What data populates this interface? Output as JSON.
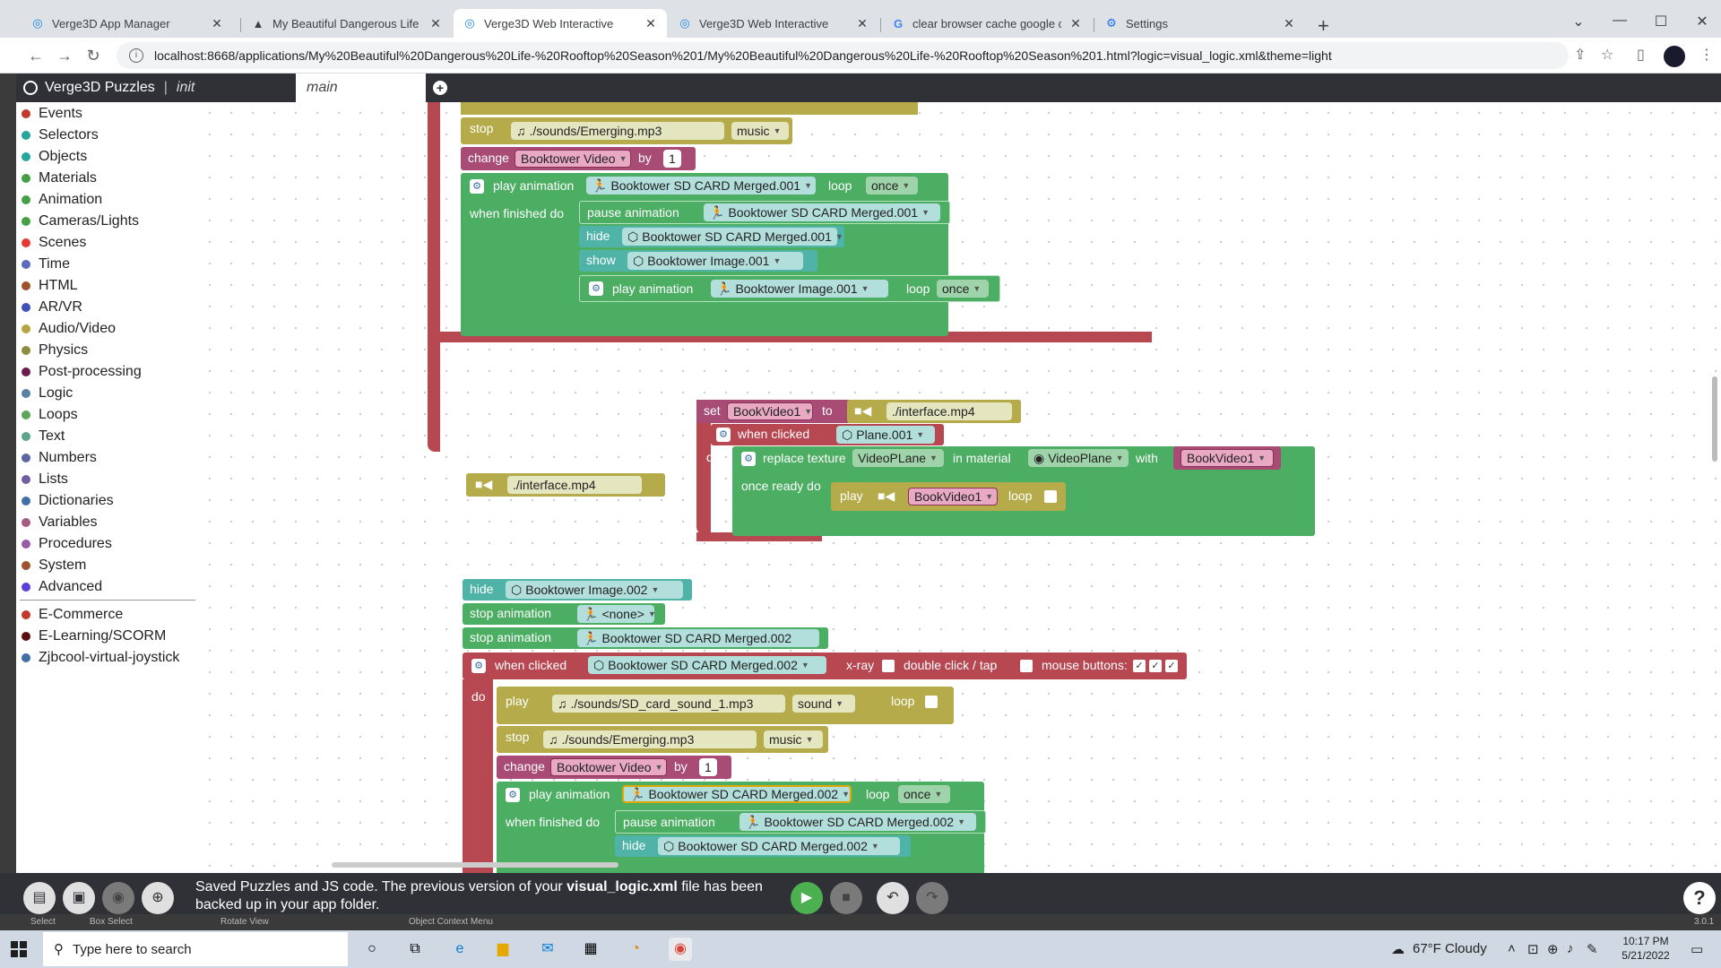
{
  "browser": {
    "tabs": [
      {
        "title": "Verge3D App Manager",
        "icon": "verge3d-icon"
      },
      {
        "title": "My Beautiful Dangerous Life",
        "icon": "verge3d-logo-icon"
      },
      {
        "title": "Verge3D Web Interactive",
        "icon": "verge3d-icon"
      },
      {
        "title": "Verge3D Web Interactive",
        "icon": "verge3d-icon"
      },
      {
        "title": "clear browser cache google chro",
        "icon": "google-icon"
      },
      {
        "title": "Settings",
        "icon": "gear-icon"
      }
    ],
    "url": "localhost:8668/applications/My%20Beautiful%20Dangerous%20Life-%20Rooftop%20Season%201/My%20Beautiful%20Dangerous%20Life-%20Rooftop%20Season%201.html?logic=visual_logic.xml&theme=light"
  },
  "header": {
    "brand": "Verge3D Puzzles",
    "tab_init": "init",
    "tab_main": "main"
  },
  "sidebar": {
    "categories": [
      {
        "label": "Events",
        "color": "#c0392b"
      },
      {
        "label": "Selectors",
        "color": "#26a69a"
      },
      {
        "label": "Objects",
        "color": "#26a69a"
      },
      {
        "label": "Materials",
        "color": "#43a047"
      },
      {
        "label": "Animation",
        "color": "#43a047"
      },
      {
        "label": "Cameras/Lights",
        "color": "#43a047"
      },
      {
        "label": "Scenes",
        "color": "#e53935"
      },
      {
        "label": "Time",
        "color": "#5c6bc0"
      },
      {
        "label": "HTML",
        "color": "#a0522d"
      },
      {
        "label": "AR/VR",
        "color": "#3f51b5"
      },
      {
        "label": "Audio/Video",
        "color": "#b5a642"
      },
      {
        "label": "Physics",
        "color": "#8d8d3d"
      },
      {
        "label": "Post-processing",
        "color": "#6a1b4d"
      },
      {
        "label": "Logic",
        "color": "#5b80a5"
      },
      {
        "label": "Loops",
        "color": "#5ba55b"
      },
      {
        "label": "Text",
        "color": "#5ba58c"
      },
      {
        "label": "Numbers",
        "color": "#5b67a5"
      },
      {
        "label": "Lists",
        "color": "#745ba5"
      },
      {
        "label": "Dictionaries",
        "color": "#3f6fa5"
      },
      {
        "label": "Variables",
        "color": "#a55b80"
      },
      {
        "label": "Procedures",
        "color": "#995ba5"
      },
      {
        "label": "System",
        "color": "#a0522d"
      },
      {
        "label": "Advanced",
        "color": "#5b3fd6"
      }
    ],
    "plugins": [
      {
        "label": "E-Commerce",
        "color": "#c0392b"
      },
      {
        "label": "E-Learning/SCORM",
        "color": "#5a0f0f"
      },
      {
        "label": "Zjbcool-virtual-joystick",
        "color": "#3f6fa5"
      }
    ]
  },
  "blocks": {
    "b1": {
      "stop": "stop",
      "sound1": "./sounds/Emerging.mp3",
      "music": "music",
      "change": "change",
      "var": "Booktower Video",
      "by": "by",
      "num": "1",
      "play_anim": "play animation",
      "obj1": "Booktower SD CARD Merged.001",
      "loop": "loop",
      "once": "once",
      "when_finished": "when finished do",
      "pause_anim": "pause animation",
      "obj2": "Booktower SD CARD Merged.001",
      "hide": "hide",
      "obj3": "Booktower SD CARD Merged.001",
      "show": "show",
      "obj4": "Booktower Image.001",
      "play_anim2": "play animation",
      "obj5": "Booktower Image.001",
      "loop2": "loop",
      "once2": "once"
    },
    "b2": {
      "set": "set",
      "var": "BookVideo1",
      "to": "to",
      "file": "./interface.mp4",
      "when_clicked": "when clicked",
      "obj": "Plane.001",
      "do": "do",
      "replace": "replace texture",
      "tex": "VideoPLane",
      "in_mat": "in material",
      "mat": "VideoPlane",
      "with": "with",
      "var2": "BookVideo1",
      "once_ready": "once ready do",
      "play": "play",
      "var3": "BookVideo1",
      "loop": "loop"
    },
    "lone_file": "./interface.mp4",
    "b3": {
      "hide": "hide",
      "obj1": "Booktower Image.002",
      "stop_anim": "stop animation",
      "none": "<none>",
      "stop_anim2": "stop animation",
      "obj2": "Booktower SD CARD Merged.002",
      "when_clicked": "when clicked",
      "obj3": "Booktower SD CARD Merged.002",
      "xray": "x-ray",
      "dbl": "double click / tap",
      "mouse": "mouse buttons:",
      "do": "do",
      "play": "play",
      "sound": "./sounds/SD_card_sound_1.mp3",
      "sound_kind": "sound",
      "loop": "loop",
      "stop": "stop",
      "music_file": "./sounds/Emerging.mp3",
      "music": "music",
      "change": "change",
      "var": "Booktower Video",
      "by": "by",
      "num": "1",
      "play_anim": "play animation",
      "obj4": "Booktower SD CARD Merged.002",
      "loop2": "loop",
      "once": "once",
      "when_finished": "when finished do",
      "pause_anim": "pause animation",
      "obj5": "Booktower SD CARD Merged.002",
      "hide2": "hide",
      "obj6": "Booktower SD CARD Merged.002"
    }
  },
  "bottom": {
    "message_1": "Saved Puzzles and JS code. The previous version of your ",
    "message_file": "visual_logic.xml",
    "message_2": " file has been",
    "message_3": "backed up in your app folder.",
    "version": "3.0.1",
    "status_select": "Select",
    "status_box": "Box Select",
    "status_rotate": "Rotate View",
    "status_context": "Object Context Menu"
  },
  "taskbar": {
    "search_placeholder": "Type here to search",
    "weather": "67°F  Cloudy",
    "time": "10:17 PM",
    "date": "5/21/2022"
  },
  "colors": {
    "event_block": "#b74751",
    "anim_block": "#4cae63",
    "audio_block": "#b5ab4a",
    "var_block": "#a84c75",
    "object_block": "#4fb3a8"
  }
}
